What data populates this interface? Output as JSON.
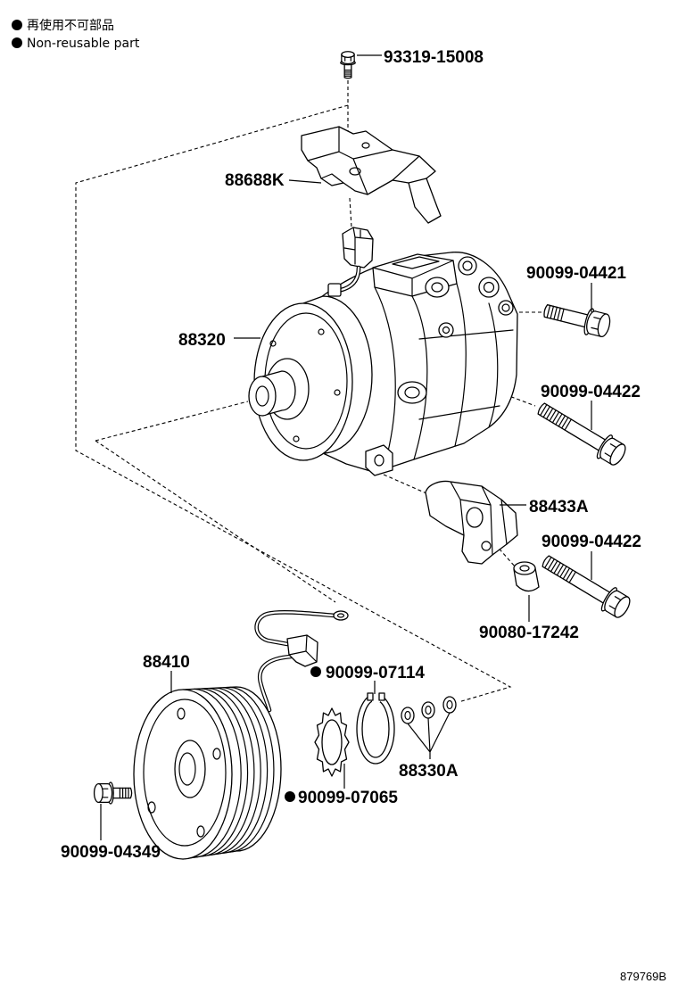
{
  "legend": {
    "non_reusable_jp": "再使用不可部品",
    "non_reusable_en": "Non-reusable part"
  },
  "callouts": [
    {
      "part_no": "93319-15008",
      "non_reusable": false
    },
    {
      "part_no": "88688K",
      "non_reusable": false
    },
    {
      "part_no": "90099-04421",
      "non_reusable": false
    },
    {
      "part_no": "88320",
      "non_reusable": false
    },
    {
      "part_no": "90099-04422",
      "non_reusable": false
    },
    {
      "part_no": "88433A",
      "non_reusable": false
    },
    {
      "part_no": "90099-04422",
      "non_reusable": false
    },
    {
      "part_no": "90080-17242",
      "non_reusable": false
    },
    {
      "part_no": "88410",
      "non_reusable": false
    },
    {
      "part_no": "90099-07114",
      "non_reusable": true
    },
    {
      "part_no": "88330A",
      "non_reusable": false
    },
    {
      "part_no": "90099-07065",
      "non_reusable": true
    },
    {
      "part_no": "90099-04349",
      "non_reusable": false
    }
  ],
  "illustration_code": "879769B",
  "colors": {
    "line": "#000000",
    "background": "#ffffff"
  }
}
